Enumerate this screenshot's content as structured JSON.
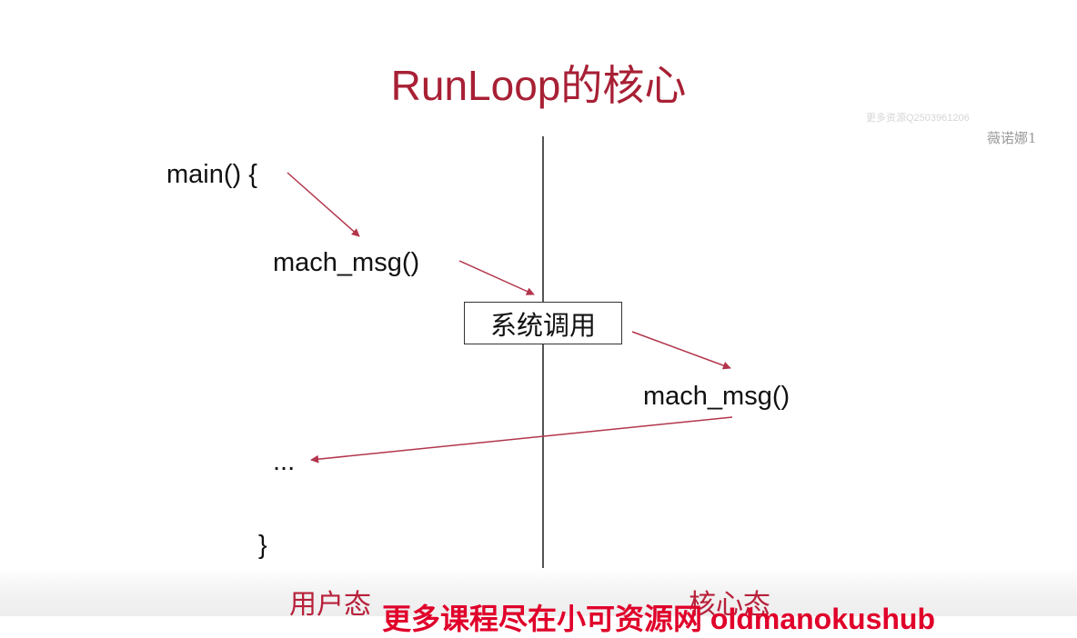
{
  "title": "RunLoop的核心",
  "code": {
    "main_open": "main() {",
    "user_call": "mach_msg()",
    "kernel_call": "mach_msg()",
    "ellipsis": "...",
    "close_brace": "}"
  },
  "syscall_label": "系统调用",
  "states": {
    "user": "用户态",
    "kernel": "核心态"
  },
  "watermarks": {
    "contact": "更多资源Q2503961206",
    "author": "薇诺娜1"
  },
  "caption": "更多课程尽在小可资源网 oldmanokushub",
  "colors": {
    "title": "#a82035",
    "arrow": "#b2354c",
    "caption": "#e0002a"
  }
}
